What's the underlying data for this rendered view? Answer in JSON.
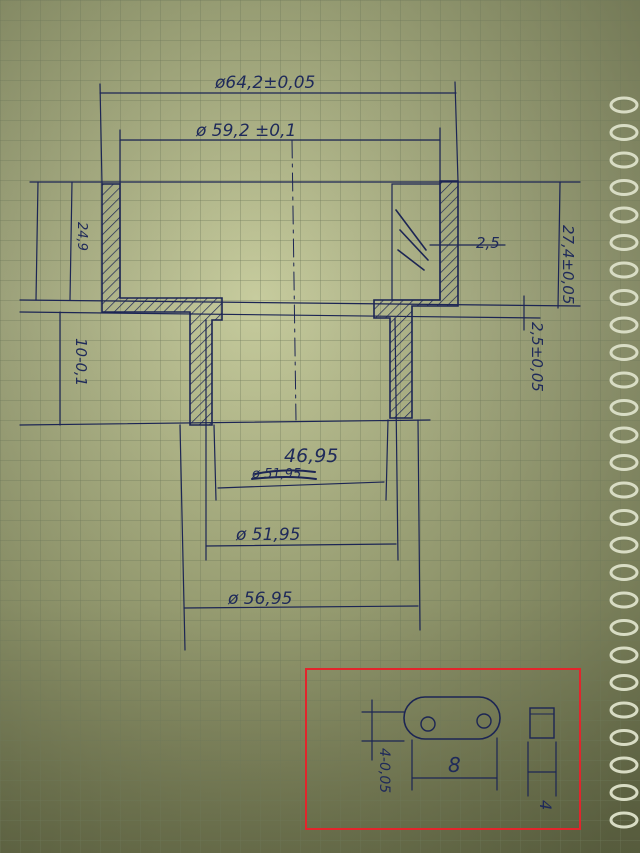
{
  "drawing": {
    "dims": {
      "outer_diameter": "ø64,2±0,05",
      "inner_diameter": "ø 59,2 ±0,1",
      "wall_left_height": "24,9",
      "wall_thickness": "2,5",
      "right_height": "27,4±0,05",
      "flange_thickness": "2,5±0,05",
      "lower_height": "10-0,1",
      "bore_top_correction": "46,95",
      "bore_top_struck": "ø 51,95",
      "bore_middle": "ø 51,95",
      "bore_bottom": "ø 56,95"
    },
    "detail": {
      "length": "8",
      "height_left": "4-0,05",
      "height_right": "4"
    }
  },
  "colors": {
    "ink": "#1c2554",
    "paper": "#c2c79a",
    "grid": "#6e785a",
    "highlight_frame": "#e2252c"
  }
}
